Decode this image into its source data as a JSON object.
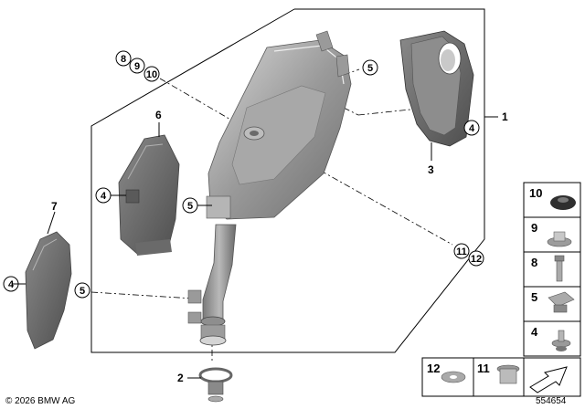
{
  "diagram": {
    "main_label": "1",
    "part_labels": {
      "clamp": "2",
      "heat_shield_outlet": "3",
      "shield_left": "6",
      "shield_far_left": "7"
    },
    "callouts": {
      "top_8": "8",
      "top_9": "9",
      "top_10": "10",
      "upper_5": "5",
      "right_4": "4",
      "shield_4": "4",
      "shield_5": "5",
      "left_4": "4",
      "left_5": "5",
      "mid_11": "11",
      "mid_12": "12"
    }
  },
  "legend": {
    "items": [
      "10",
      "9",
      "8",
      "5",
      "4"
    ],
    "bottom_items": [
      "12",
      "11"
    ]
  },
  "footer": {
    "copyright": "© 2026 BMW AG",
    "image_number": "554654"
  }
}
